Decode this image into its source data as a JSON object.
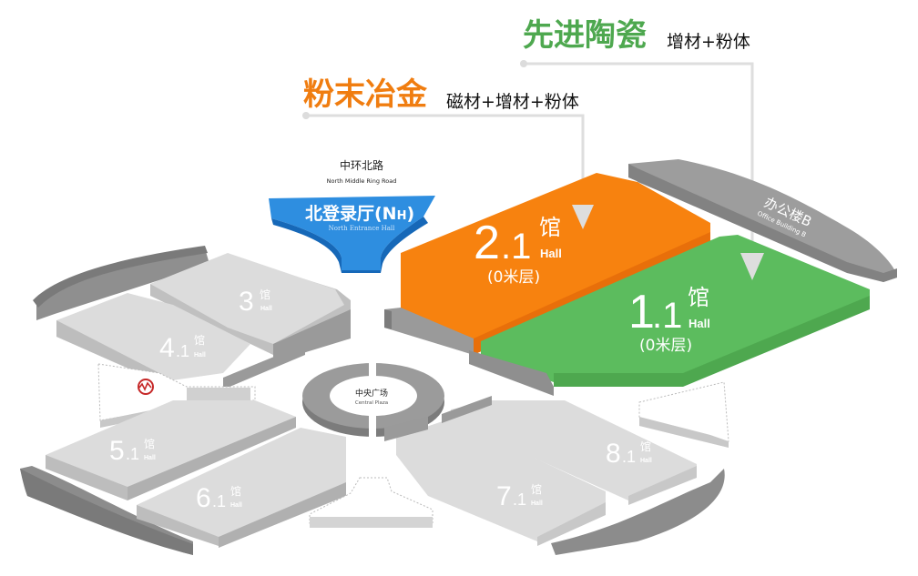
{
  "callouts": [
    {
      "id": "ceramics",
      "title": "先进陶瓷",
      "subtitle": "增材+粉体",
      "color": "#4ea84f",
      "target_hall": "1.1"
    },
    {
      "id": "powder_metallurgy",
      "title": "粉末冶金",
      "subtitle": "磁材+增材+粉体",
      "color": "#f07d10",
      "target_hall": "2.1"
    }
  ],
  "road": {
    "name_cn": "中环北路",
    "name_en": "North Middle Ring Road"
  },
  "north_entrance": {
    "name_cn": "北登录厅(N",
    "name_sub": "H",
    "close": ")",
    "name_en": "North Entrance Hall",
    "color": "#1a7fd4"
  },
  "office": {
    "name_cn": "办公楼B",
    "name_en": "Office Building B"
  },
  "plaza": {
    "name_cn": "中央广场",
    "name_en": "Central Plaza"
  },
  "halls": [
    {
      "id": "2.1",
      "num_major": "2",
      "num_minor": ".1",
      "cn": "馆",
      "en": "Hall",
      "floor": "(0米层)",
      "color": "#f7820f",
      "highlight": true
    },
    {
      "id": "1.1",
      "num_major": "1",
      "num_minor": ".1",
      "cn": "馆",
      "en": "Hall",
      "floor": "(0米层)",
      "color": "#58b95b",
      "highlight": true
    },
    {
      "id": "3",
      "num_major": "3",
      "num_minor": "",
      "cn": "馆",
      "en": "Hall",
      "color": "#dcdcdc"
    },
    {
      "id": "4.1",
      "num_major": "4",
      "num_minor": ".1",
      "cn": "馆",
      "en": "Hall",
      "color": "#dcdcdc"
    },
    {
      "id": "5.1",
      "num_major": "5",
      "num_minor": ".1",
      "cn": "馆",
      "en": "Hall",
      "color": "#dcdcdc"
    },
    {
      "id": "6.1",
      "num_major": "6",
      "num_minor": ".1",
      "cn": "馆",
      "en": "Hall",
      "color": "#dcdcdc"
    },
    {
      "id": "7.1",
      "num_major": "7",
      "num_minor": ".1",
      "cn": "馆",
      "en": "Hall",
      "color": "#dcdcdc"
    },
    {
      "id": "8.1",
      "num_major": "8",
      "num_minor": ".1",
      "cn": "馆",
      "en": "Hall",
      "color": "#dcdcdc"
    }
  ],
  "icons": {
    "metro": "metro-icon"
  },
  "colors": {
    "gray_top": "#dcdcdc",
    "gray_side": "#b5b5b5",
    "dark_gray": "#8f8f8f",
    "connector": "#e0e0e0"
  }
}
